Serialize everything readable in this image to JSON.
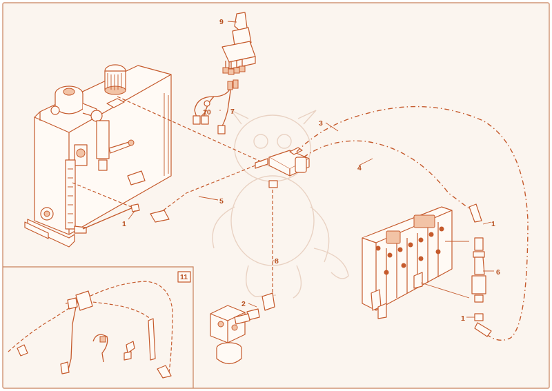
{
  "diagram": {
    "callouts": [
      {
        "label": "9"
      },
      {
        "label": "7"
      },
      {
        "label": "10"
      },
      {
        "label": "3"
      },
      {
        "label": "4"
      },
      {
        "label": "5"
      },
      {
        "label": "1"
      },
      {
        "label": "1"
      },
      {
        "label": "6"
      },
      {
        "label": "1"
      },
      {
        "label": "8"
      },
      {
        "label": "2"
      }
    ],
    "inset": {
      "label": "11"
    },
    "colors": {
      "line": "#c55a2c",
      "frame": "#c8805a",
      "background": "#fbf5ef"
    }
  }
}
